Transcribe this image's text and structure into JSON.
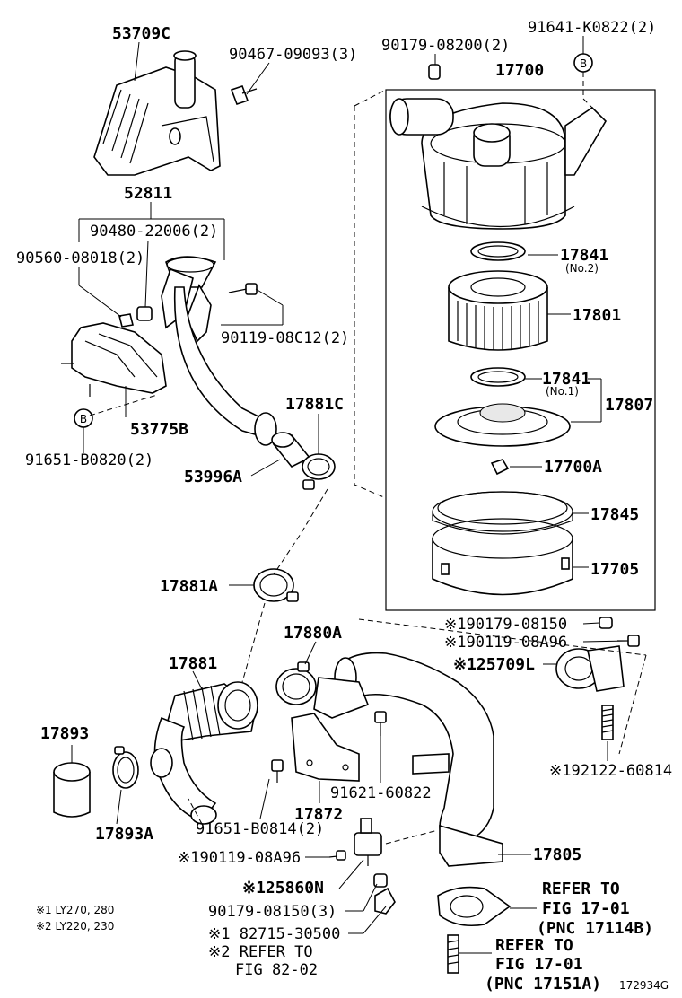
{
  "labels": {
    "p53709C": "53709C",
    "p90467": "90467-09093(3)",
    "p90179a": "90179-08200(2)",
    "p91641": "91641-K0822(2)",
    "p17700": "17700",
    "p52811": "52811",
    "p90480": "90480-22006(2)",
    "p90560": "90560-08018(2)",
    "p90119c12": "90119-08C12(2)",
    "p53775B": "53775B",
    "p91651a": "91651-B0820(2)",
    "p17881C": "17881C",
    "p53996A": "53996A",
    "p17841a": "17841",
    "p17841a_sub": "(No.2)",
    "p17801": "17801",
    "p17841b": "17841",
    "p17841b_sub": "(No.1)",
    "p17807": "17807",
    "p17700A": "17700A",
    "p17845": "17845",
    "p17705": "17705",
    "p17881A": "17881A",
    "p90179b": "※190179-08150",
    "p90119a96a": "※190119-08A96",
    "p25709L": "※125709L",
    "p17880A": "17880A",
    "p17881": "17881",
    "p17893": "17893",
    "p17893A": "17893A",
    "p91621": "91621-60822",
    "p92122": "※192122-60814",
    "p17872": "17872",
    "p91651b": "91651-B0814(2)",
    "p17805": "17805",
    "p90119a96b": "※190119-08A96",
    "p25860N": "※125860N",
    "p90179c": "90179-08150(3)",
    "p82715": "※1 82715-30500",
    "refer3": "※2 REFER TO",
    "refer3b": "FIG 82-02",
    "refer1": "REFER TO",
    "refer1b": "FIG 17-01",
    "refer1c": "(PNC 17114B)",
    "refer2": "REFER TO",
    "refer2b": "FIG 17-01",
    "refer2c": "(PNC 17151A)",
    "note1": "※1  LY270, 280",
    "note2": "※2  LY220, 230",
    "circleB1": "B",
    "circleB2": "B",
    "figure_id": "172934G"
  }
}
